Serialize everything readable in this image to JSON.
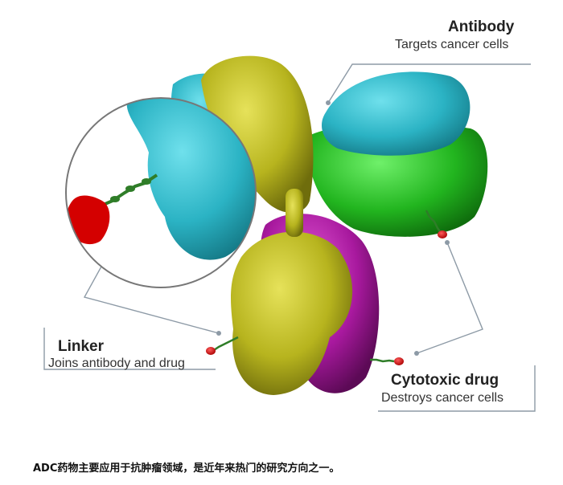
{
  "labels": {
    "antibody": {
      "title": "Antibody",
      "subtitle": "Targets cancer cells"
    },
    "linker": {
      "title": "Linker",
      "subtitle": "Joins antibody and drug"
    },
    "drug": {
      "title": "Cytotoxic drug",
      "subtitle": "Destroys cancer cells"
    }
  },
  "caption": "ADC药物主要应用于抗肿瘤领域，是近年来热门的研究方向之一。",
  "colors": {
    "cyan": "#2bb3c4",
    "olive": "#b7b41e",
    "green": "#22b51f",
    "magenta": "#a8199e",
    "drug_red": "#d40000",
    "linker_green": "#2f7d28",
    "callout_line": "#8d9aa6"
  }
}
